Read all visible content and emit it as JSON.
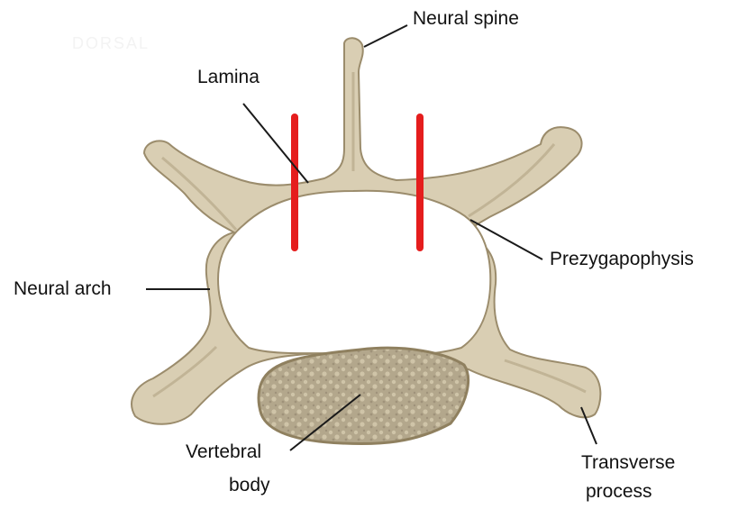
{
  "figure": {
    "watermark": "DORSAL",
    "labels": {
      "neural_spine": "Neural spine",
      "lamina": "Lamina",
      "prezygapophysis": "Prezygapophysis",
      "neural_arch": "Neural arch",
      "vertebral_body_line1": "Vertebral",
      "vertebral_body_line2": "body",
      "transverse_process_line1": "Transverse",
      "transverse_process_line2": "process"
    },
    "colors": {
      "bone_fill": "#d9ceb3",
      "bone_outline": "#9b8c6c",
      "body_fill": "#b3a78c",
      "cut_marks": "#e51d1d",
      "leader_lines": "#1a1a1a"
    }
  }
}
